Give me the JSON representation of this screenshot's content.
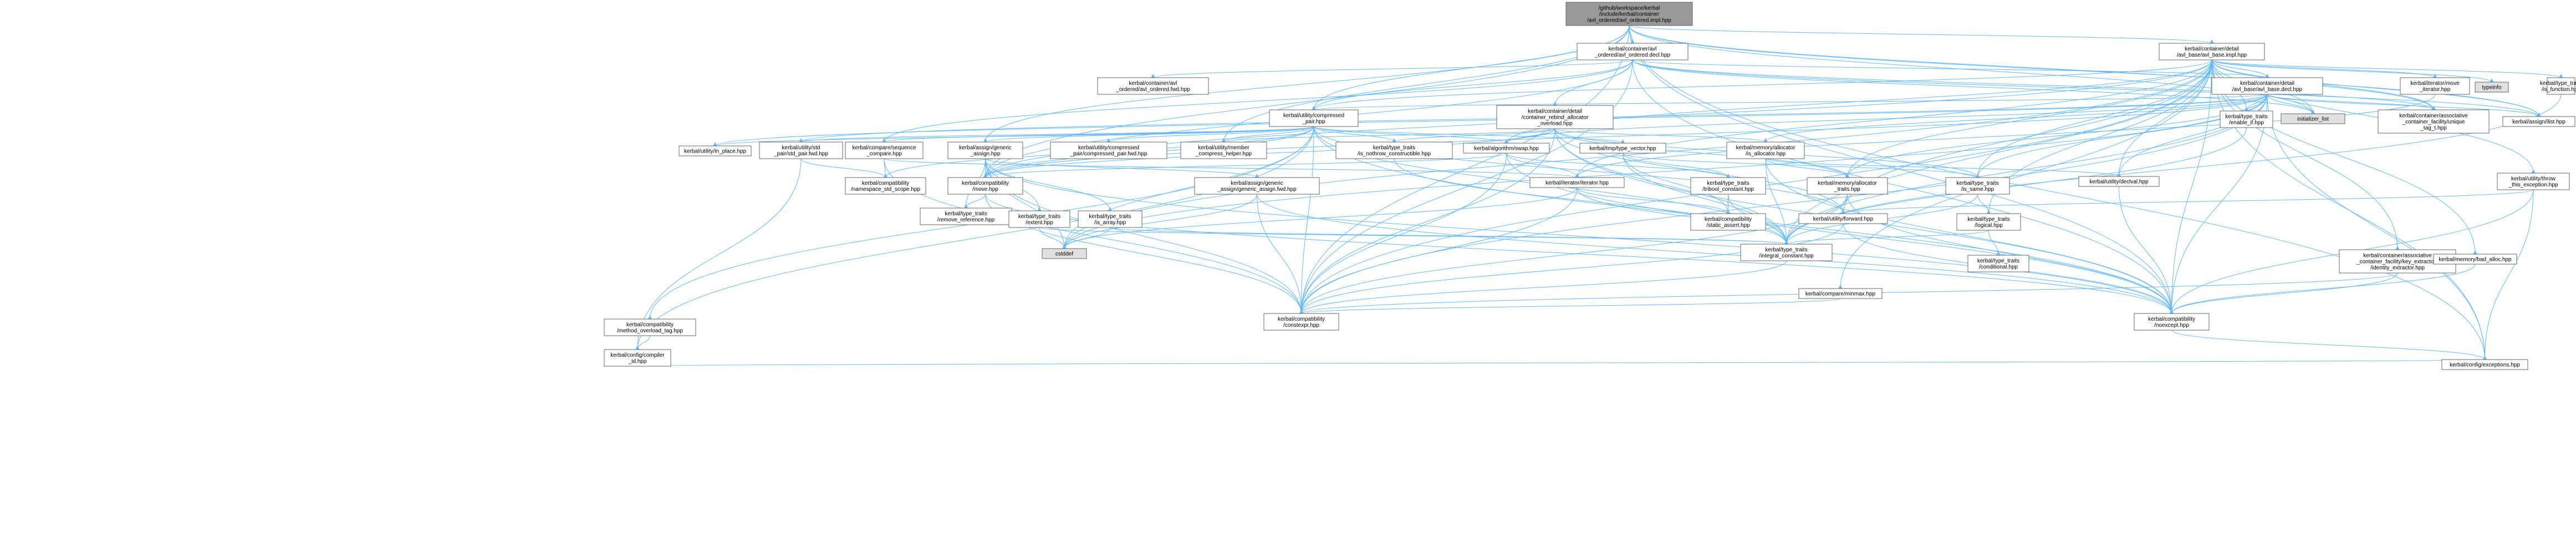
{
  "colors": {
    "root_fill": "#999999",
    "node_fill": "#ffffff",
    "red_text": "#ff0000",
    "black_text": "#000000",
    "gray_fill": "#e0e0e0",
    "edge": "#63b8ff",
    "border": "#666666"
  },
  "nodes": [
    {
      "id": "root",
      "lines": [
        "/github/workspace/kerbal",
        "/include/kerbal/container",
        "/avl_ordered/avl_ordered.impl.hpp"
      ],
      "style": "root"
    },
    {
      "id": "avl_ordered_decl",
      "lines": [
        "kerbal/container/avl",
        "_ordered/avl_ordered.decl.hpp"
      ],
      "style": "black"
    },
    {
      "id": "avl_base_impl",
      "lines": [
        "kerbal/container/detail",
        "/avl_base/avl_base.impl.hpp"
      ],
      "style": "black"
    },
    {
      "id": "avl_ordered_fwd",
      "lines": [
        "kerbal/container/avl",
        "_ordered/avl_ordered.fwd.hpp"
      ],
      "style": "red"
    },
    {
      "id": "avl_base_decl",
      "lines": [
        "kerbal/container/detail",
        "/avl_base/avl_base.decl.hpp"
      ],
      "style": "red"
    },
    {
      "id": "move_iterator",
      "lines": [
        "kerbal/iterator/move",
        "_iterator.hpp"
      ],
      "style": "red"
    },
    {
      "id": "typeinfo",
      "lines": [
        "typeinfo"
      ],
      "style": "gray"
    },
    {
      "id": "is_function",
      "lines": [
        "kerbal/type_traits",
        "/is_function.hpp"
      ],
      "style": "red"
    },
    {
      "id": "compressed_pair",
      "lines": [
        "kerbal/utility/compressed",
        "_pair.hpp"
      ],
      "style": "red"
    },
    {
      "id": "rebind_allocator",
      "lines": [
        "kerbal/container/detail",
        "/container_rebind_allocator",
        "_overload.hpp"
      ],
      "style": "black"
    },
    {
      "id": "enable_if",
      "lines": [
        "kerbal/type_traits",
        "/enable_if.hpp"
      ],
      "style": "red"
    },
    {
      "id": "initializer_list",
      "lines": [
        "initializer_list"
      ],
      "style": "gray"
    },
    {
      "id": "unique_tag",
      "lines": [
        "kerbal/container/associative",
        "_container_facility/unique",
        "_tag_t.hpp"
      ],
      "style": "black"
    },
    {
      "id": "assign_list",
      "lines": [
        "kerbal/assign/ilist.hpp"
      ],
      "style": "black"
    },
    {
      "id": "in_place",
      "lines": [
        "kerbal/utility/in_place.hpp"
      ],
      "style": "black"
    },
    {
      "id": "std_pair_fwd",
      "lines": [
        "kerbal/utility/std",
        "_pair/std_pair.fwd.hpp"
      ],
      "style": "black"
    },
    {
      "id": "sequence_compare",
      "lines": [
        "kerbal/compare/sequence",
        "_compare.hpp"
      ],
      "style": "red"
    },
    {
      "id": "generic_assign",
      "lines": [
        "kerbal/assign/generic",
        "_assign.hpp"
      ],
      "style": "black"
    },
    {
      "id": "compressed_pair_fwd",
      "lines": [
        "kerbal/utility/compressed",
        "_pair/compressed_pair.fwd.hpp"
      ],
      "style": "black"
    },
    {
      "id": "member_compress_helper",
      "lines": [
        "kerbal/utility/member",
        "_compress_helper.hpp"
      ],
      "style": "red"
    },
    {
      "id": "is_nothrow_constructible",
      "lines": [
        "kerbal/type_traits",
        "/is_nothrow_constructible.hpp"
      ],
      "style": "red"
    },
    {
      "id": "swap",
      "lines": [
        "kerbal/algorithm/swap.hpp"
      ],
      "style": "red"
    },
    {
      "id": "type_vector",
      "lines": [
        "kerbal/tmp/type_vector.hpp"
      ],
      "style": "black"
    },
    {
      "id": "is_allocator",
      "lines": [
        "kerbal/memory/allocator",
        "/is_allocator.hpp"
      ],
      "style": "red"
    },
    {
      "id": "declval",
      "lines": [
        "kerbal/utility/declval.hpp"
      ],
      "style": "red"
    },
    {
      "id": "throw_this_exception",
      "lines": [
        "kerbal/utility/throw",
        "_this_exception.hpp"
      ],
      "style": "red"
    },
    {
      "id": "namespace_std_scope",
      "lines": [
        "kerbal/compatibility",
        "/namespace_std_scope.hpp"
      ],
      "style": "red"
    },
    {
      "id": "compat_move",
      "lines": [
        "kerbal/compatibility",
        "/move.hpp"
      ],
      "style": "black"
    },
    {
      "id": "generic_assign_fwd",
      "lines": [
        "kerbal/assign/generic",
        "_assign/generic_assign.fwd.hpp"
      ],
      "style": "black"
    },
    {
      "id": "iterator",
      "lines": [
        "kerbal/iterator/iterator.hpp"
      ],
      "style": "red"
    },
    {
      "id": "tribool_constant",
      "lines": [
        "kerbal/type_traits",
        "/tribool_constant.hpp"
      ],
      "style": "black"
    },
    {
      "id": "allocator_traits",
      "lines": [
        "kerbal/memory/allocator",
        "_traits.hpp"
      ],
      "style": "red"
    },
    {
      "id": "is_same",
      "lines": [
        "kerbal/type_traits",
        "/is_same.hpp"
      ],
      "style": "red"
    },
    {
      "id": "remove_reference",
      "lines": [
        "kerbal/type_traits",
        "/remove_reference.hpp"
      ],
      "style": "red"
    },
    {
      "id": "extent",
      "lines": [
        "kerbal/type_traits",
        "/extent.hpp"
      ],
      "style": "red"
    },
    {
      "id": "is_array",
      "lines": [
        "kerbal/type_traits",
        "/is_array.hpp"
      ],
      "style": "red"
    },
    {
      "id": "static_assert",
      "lines": [
        "kerbal/compatibility",
        "/static_assert.hpp"
      ],
      "style": "black"
    },
    {
      "id": "forward",
      "lines": [
        "kerbal/utility/forward.hpp"
      ],
      "style": "red"
    },
    {
      "id": "logical",
      "lines": [
        "kerbal/type_traits",
        "/logical.hpp"
      ],
      "style": "red"
    },
    {
      "id": "cstddef",
      "lines": [
        "cstddef"
      ],
      "style": "gray"
    },
    {
      "id": "integral_constant",
      "lines": [
        "kerbal/type_traits",
        "/integral_constant.hpp"
      ],
      "style": "red"
    },
    {
      "id": "conditional",
      "lines": [
        "kerbal/type_traits",
        "/conditional.hpp"
      ],
      "style": "red"
    },
    {
      "id": "identity_extractor",
      "lines": [
        "kerbal/container/associative",
        "_container_facility/key_extractors",
        "/identity_extractor.hpp"
      ],
      "style": "black"
    },
    {
      "id": "bad_alloc",
      "lines": [
        "kerbal/memory/bad_alloc.hpp"
      ],
      "style": "red"
    },
    {
      "id": "minmax",
      "lines": [
        "kerbal/compare/minmax.hpp"
      ],
      "style": "black"
    },
    {
      "id": "constexpr",
      "lines": [
        "kerbal/compatibility",
        "/constexpr.hpp"
      ],
      "style": "black"
    },
    {
      "id": "noexcept",
      "lines": [
        "kerbal/compatibility",
        "/noexcept.hpp"
      ],
      "style": "black"
    },
    {
      "id": "method_overload_tag",
      "lines": [
        "kerbal/compatibility",
        "/method_overload_tag.hpp"
      ],
      "style": "red"
    },
    {
      "id": "config_exceptions",
      "lines": [
        "kerbal/config/exceptions.hpp"
      ],
      "style": "red"
    },
    {
      "id": "config_compiler_id",
      "lines": [
        "kerbal/config/compiler",
        "_id.hpp"
      ],
      "style": "red"
    }
  ],
  "edges": [
    [
      "root",
      "avl_ordered_decl"
    ],
    [
      "root",
      "avl_base_impl"
    ],
    [
      "root",
      "compressed_pair"
    ],
    [
      "root",
      "generic_assign"
    ],
    [
      "root",
      "member_compress_helper"
    ],
    [
      "root",
      "compat_move"
    ],
    [
      "root",
      "constexpr"
    ],
    [
      "root",
      "noexcept"
    ],
    [
      "root",
      "initializer_list"
    ],
    [
      "root",
      "assign_list"
    ],
    [
      "root",
      "unique_tag"
    ],
    [
      "root",
      "config_exceptions"
    ],
    [
      "avl_ordered_decl",
      "avl_ordered_fwd"
    ],
    [
      "avl_ordered_decl",
      "avl_base_decl"
    ],
    [
      "avl_ordered_decl",
      "rebind_allocator"
    ],
    [
      "avl_ordered_decl",
      "compressed_pair"
    ],
    [
      "avl_ordered_decl",
      "compat_move"
    ],
    [
      "avl_ordered_decl",
      "constexpr"
    ],
    [
      "avl_ordered_decl",
      "noexcept"
    ],
    [
      "avl_ordered_decl",
      "initializer_list"
    ],
    [
      "avl_ordered_decl",
      "assign_list"
    ],
    [
      "avl_ordered_decl",
      "unique_tag"
    ],
    [
      "avl_ordered_decl",
      "sequence_compare"
    ],
    [
      "avl_base_impl",
      "avl_base_decl"
    ],
    [
      "avl_base_impl",
      "move_iterator"
    ],
    [
      "avl_base_impl",
      "typeinfo"
    ],
    [
      "avl_base_impl",
      "is_function"
    ],
    [
      "avl_base_impl",
      "compressed_pair"
    ],
    [
      "avl_base_impl",
      "enable_if"
    ],
    [
      "avl_base_impl",
      "initializer_list"
    ],
    [
      "avl_base_impl",
      "unique_tag"
    ],
    [
      "avl_base_impl",
      "assign_list"
    ],
    [
      "avl_base_impl",
      "swap"
    ],
    [
      "avl_base_impl",
      "iterator"
    ],
    [
      "avl_base_impl",
      "allocator_traits"
    ],
    [
      "avl_base_impl",
      "is_same"
    ],
    [
      "avl_base_impl",
      "declval"
    ],
    [
      "avl_base_impl",
      "throw_this_exception"
    ],
    [
      "avl_base_impl",
      "forward"
    ],
    [
      "avl_base_impl",
      "integral_constant"
    ],
    [
      "avl_base_impl",
      "identity_extractor"
    ],
    [
      "avl_base_impl",
      "bad_alloc"
    ],
    [
      "avl_base_impl",
      "minmax"
    ],
    [
      "avl_base_impl",
      "constexpr"
    ],
    [
      "avl_base_impl",
      "noexcept"
    ],
    [
      "avl_base_impl",
      "config_exceptions"
    ],
    [
      "avl_base_impl",
      "compat_move"
    ],
    [
      "avl_base_impl",
      "cstddef"
    ],
    [
      "avl_base_impl",
      "logical"
    ],
    [
      "avl_base_decl",
      "compressed_pair"
    ],
    [
      "avl_base_decl",
      "unique_tag"
    ],
    [
      "avl_base_decl",
      "assign_list"
    ],
    [
      "avl_base_decl",
      "enable_if"
    ],
    [
      "avl_base_decl",
      "initializer_list"
    ],
    [
      "avl_base_decl",
      "in_place"
    ],
    [
      "avl_base_decl",
      "std_pair_fwd"
    ],
    [
      "avl_base_decl",
      "is_allocator"
    ],
    [
      "avl_base_decl",
      "allocator_traits"
    ],
    [
      "avl_base_decl",
      "integral_constant"
    ],
    [
      "avl_base_decl",
      "declval"
    ],
    [
      "avl_base_decl",
      "is_same"
    ],
    [
      "avl_base_decl",
      "noexcept"
    ],
    [
      "avl_base_decl",
      "constexpr"
    ],
    [
      "avl_base_decl",
      "cstddef"
    ],
    [
      "avl_base_decl",
      "config_exceptions"
    ],
    [
      "avl_base_decl",
      "compat_move"
    ],
    [
      "avl_base_decl",
      "swap"
    ],
    [
      "compressed_pair",
      "in_place"
    ],
    [
      "compressed_pair",
      "std_pair_fwd"
    ],
    [
      "compressed_pair",
      "sequence_compare"
    ],
    [
      "compressed_pair",
      "generic_assign"
    ],
    [
      "compressed_pair",
      "compressed_pair_fwd"
    ],
    [
      "compressed_pair",
      "member_compress_helper"
    ],
    [
      "compressed_pair",
      "is_nothrow_constructible"
    ],
    [
      "compressed_pair",
      "swap"
    ],
    [
      "compressed_pair",
      "type_vector"
    ],
    [
      "compressed_pair",
      "namespace_std_scope"
    ],
    [
      "compressed_pair",
      "compat_move"
    ],
    [
      "compressed_pair",
      "constexpr"
    ],
    [
      "compressed_pair",
      "noexcept"
    ],
    [
      "compressed_pair",
      "method_overload_tag"
    ],
    [
      "compressed_pair",
      "config_compiler_id"
    ],
    [
      "compressed_pair",
      "forward"
    ],
    [
      "compressed_pair",
      "integral_constant"
    ],
    [
      "compressed_pair",
      "cstddef"
    ],
    [
      "rebind_allocator",
      "swap"
    ],
    [
      "rebind_allocator",
      "is_allocator"
    ],
    [
      "rebind_allocator",
      "allocator_traits"
    ],
    [
      "rebind_allocator",
      "is_nothrow_constructible"
    ],
    [
      "rebind_allocator",
      "member_compress_helper"
    ],
    [
      "rebind_allocator",
      "is_same"
    ],
    [
      "rebind_allocator",
      "forward"
    ],
    [
      "rebind_allocator",
      "integral_constant"
    ],
    [
      "rebind_allocator",
      "compat_move"
    ],
    [
      "rebind_allocator",
      "noexcept"
    ],
    [
      "rebind_allocator",
      "constexpr"
    ],
    [
      "std_pair_fwd",
      "namespace_std_scope"
    ],
    [
      "std_pair_fwd",
      "config_compiler_id"
    ],
    [
      "sequence_compare",
      "constexpr"
    ],
    [
      "sequence_compare",
      "iterator"
    ],
    [
      "sequence_compare",
      "namespace_std_scope"
    ],
    [
      "generic_assign",
      "generic_assign_fwd"
    ],
    [
      "generic_assign",
      "compat_move"
    ],
    [
      "generic_assign",
      "extent"
    ],
    [
      "generic_assign",
      "is_array"
    ],
    [
      "generic_assign",
      "remove_reference"
    ],
    [
      "generic_assign",
      "cstddef"
    ],
    [
      "generic_assign",
      "constexpr"
    ],
    [
      "generic_assign",
      "noexcept"
    ],
    [
      "generic_assign_fwd",
      "constexpr"
    ],
    [
      "generic_assign_fwd",
      "noexcept"
    ],
    [
      "generic_assign_fwd",
      "cstddef"
    ],
    [
      "swap",
      "compat_move"
    ],
    [
      "swap",
      "iterator"
    ],
    [
      "swap",
      "tribool_constant"
    ],
    [
      "swap",
      "constexpr"
    ],
    [
      "swap",
      "noexcept"
    ],
    [
      "type_vector",
      "static_assert"
    ],
    [
      "type_vector",
      "is_same"
    ],
    [
      "type_vector",
      "tribool_constant"
    ],
    [
      "type_vector",
      "integral_constant"
    ],
    [
      "is_allocator",
      "allocator_traits"
    ],
    [
      "is_allocator",
      "declval"
    ],
    [
      "is_allocator",
      "integral_constant"
    ],
    [
      "is_allocator",
      "noexcept"
    ],
    [
      "allocator_traits",
      "forward"
    ],
    [
      "allocator_traits",
      "integral_constant"
    ],
    [
      "allocator_traits",
      "constexpr"
    ],
    [
      "allocator_traits",
      "noexcept"
    ],
    [
      "compat_move",
      "remove_reference"
    ],
    [
      "compat_move",
      "constexpr"
    ],
    [
      "compat_move",
      "noexcept"
    ],
    [
      "iterator",
      "integral_constant"
    ],
    [
      "iterator",
      "static_assert"
    ],
    [
      "iterator",
      "constexpr"
    ],
    [
      "iterator",
      "cstddef"
    ],
    [
      "tribool_constant",
      "integral_constant"
    ],
    [
      "tribool_constant",
      "static_assert"
    ],
    [
      "is_same",
      "integral_constant"
    ],
    [
      "is_same",
      "logical"
    ],
    [
      "logical",
      "integral_constant"
    ],
    [
      "logical",
      "conditional"
    ],
    [
      "extent",
      "integral_constant"
    ],
    [
      "extent",
      "cstddef"
    ],
    [
      "is_array",
      "integral_constant"
    ],
    [
      "is_array",
      "cstddef"
    ],
    [
      "declval",
      "noexcept"
    ],
    [
      "forward",
      "constexpr"
    ],
    [
      "forward",
      "noexcept"
    ],
    [
      "throw_this_exception",
      "config_exceptions"
    ],
    [
      "throw_this_exception",
      "noexcept"
    ],
    [
      "throw_this_exception",
      "forward"
    ],
    [
      "identity_extractor",
      "constexpr"
    ],
    [
      "identity_extractor",
      "noexcept"
    ],
    [
      "bad_alloc",
      "noexcept"
    ],
    [
      "minmax",
      "constexpr"
    ],
    [
      "noexcept",
      "config_exceptions"
    ],
    [
      "config_exceptions",
      "config_compiler_id"
    ],
    [
      "method_overload_tag",
      "config_compiler_id"
    ],
    [
      "integral_constant",
      "constexpr"
    ],
    [
      "is_function",
      "integral_constant"
    ],
    [
      "move_iterator",
      "iterator"
    ],
    [
      "enable_if",
      "integral_constant"
    ],
    [
      "is_nothrow_constructible",
      "integral_constant"
    ]
  ]
}
